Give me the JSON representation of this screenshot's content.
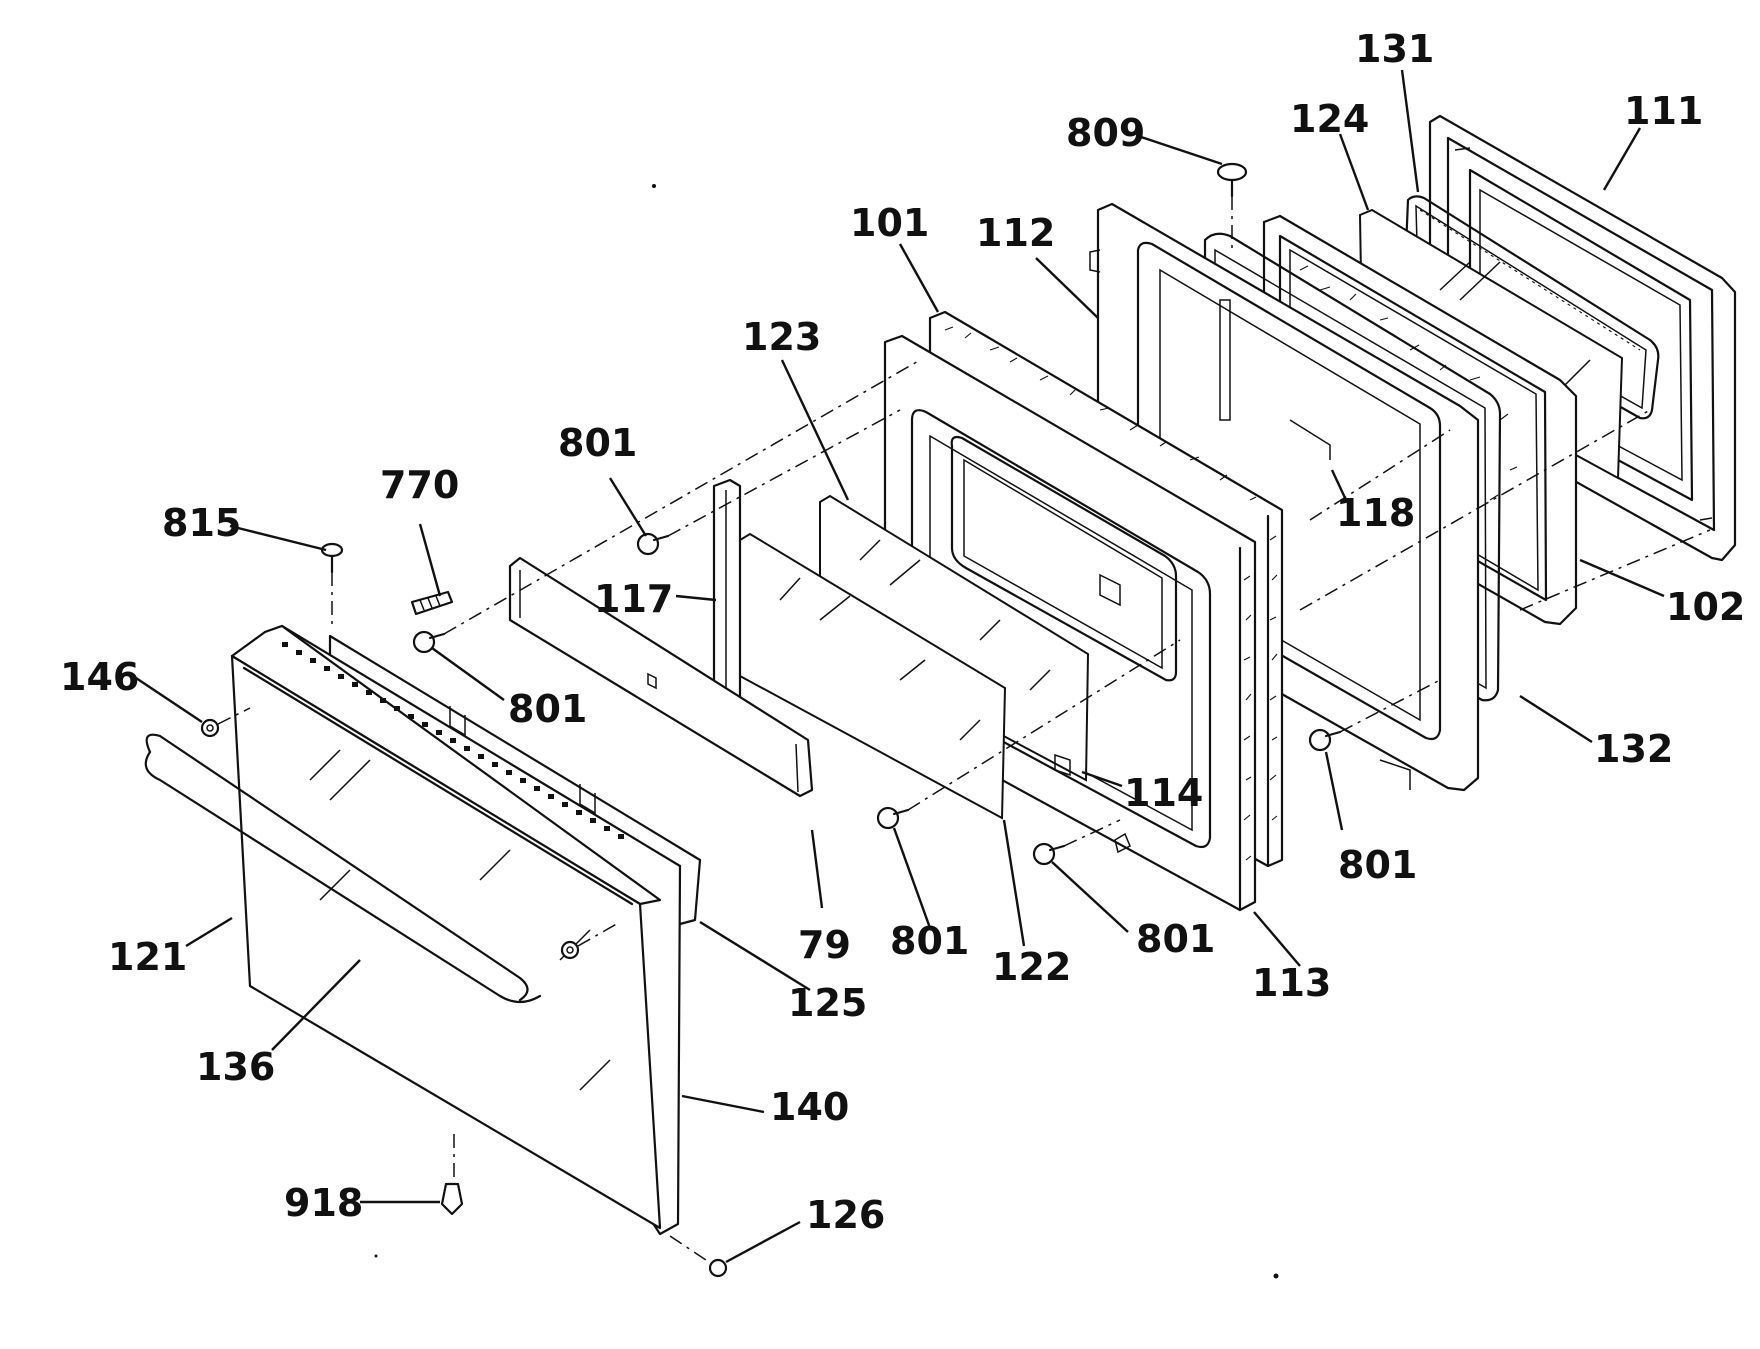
{
  "diagram": {
    "part_labels": [
      {
        "id": "809",
        "text": "809"
      },
      {
        "id": "131",
        "text": "131"
      },
      {
        "id": "124",
        "text": "124"
      },
      {
        "id": "111",
        "text": "111"
      },
      {
        "id": "101",
        "text": "101"
      },
      {
        "id": "112",
        "text": "112"
      },
      {
        "id": "123",
        "text": "123"
      },
      {
        "id": "801a",
        "text": "801"
      },
      {
        "id": "770",
        "text": "770"
      },
      {
        "id": "815",
        "text": "815"
      },
      {
        "id": "117",
        "text": "117"
      },
      {
        "id": "118",
        "text": "118"
      },
      {
        "id": "102",
        "text": "102"
      },
      {
        "id": "146",
        "text": "146"
      },
      {
        "id": "801b",
        "text": "801"
      },
      {
        "id": "132",
        "text": "132"
      },
      {
        "id": "114",
        "text": "114"
      },
      {
        "id": "801c",
        "text": "801"
      },
      {
        "id": "121",
        "text": "121"
      },
      {
        "id": "79",
        "text": "79"
      },
      {
        "id": "801d",
        "text": "801"
      },
      {
        "id": "801e",
        "text": "801"
      },
      {
        "id": "122",
        "text": "122"
      },
      {
        "id": "113",
        "text": "113"
      },
      {
        "id": "125",
        "text": "125"
      },
      {
        "id": "136",
        "text": "136"
      },
      {
        "id": "140",
        "text": "140"
      },
      {
        "id": "918",
        "text": "918"
      },
      {
        "id": "126",
        "text": "126"
      }
    ]
  }
}
